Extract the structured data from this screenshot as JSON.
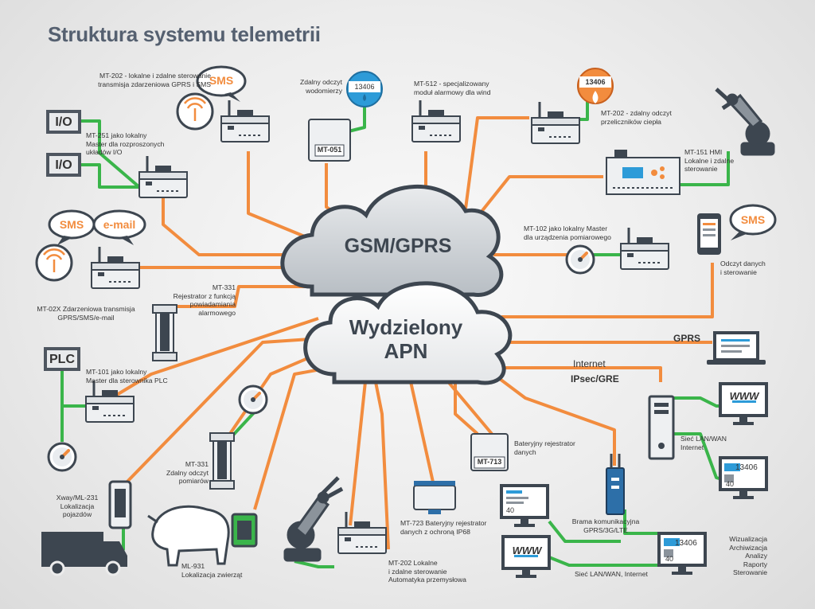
{
  "title": "Struktura systemu telemetrii",
  "cloud": {
    "top": "GSM/GPRS",
    "bottom_line1": "Wydzielony",
    "bottom_line2": "APN"
  },
  "badges": {
    "io": "I/O",
    "plc": "PLC",
    "sms": "SMS",
    "email": "e-mail",
    "www": "WWW"
  },
  "devices": {
    "mt051": "MT-051",
    "mt713": "MT-713",
    "counter": "13406",
    "counter_small": "40"
  },
  "connections": {
    "gprs": "GPRS",
    "internet": "Internet",
    "ipsec": "IPsec/GRE"
  },
  "labels": {
    "mt202_sms": [
      "MT-202 - lokalne i zdalne sterowanie",
      "transmisja zdarzeniowa GPRS i SMS"
    ],
    "zdalny_odczyt": [
      "Zdalny odczyt",
      "wodomierzy"
    ],
    "mt512": [
      "MT-512 - specjalizowany",
      "moduł alarmowy dla wind"
    ],
    "mt202_ciepla": [
      "MT-202 - zdalny odczyt",
      "przeliczników ciepła"
    ],
    "mt251": [
      "MT-251 jako lokalny",
      "Master dla rozproszonych",
      "układów I/O"
    ],
    "mt151": [
      "MT-151 HMI",
      "Lokalne i zdalne",
      "sterowanie"
    ],
    "mt102": [
      "MT-102 jako lokalny Master",
      "dla urządzenia pomiarowego"
    ],
    "odczyt_danych": [
      "Odczyt danych",
      "i sterowanie"
    ],
    "mt02x": [
      "MT-02X Zdarzeniowa transmisja",
      "GPRS/SMS/e-mail"
    ],
    "mt331_rej": [
      "MT-331",
      "Rejestrator z funkcją",
      "powiadamiania",
      "alarmowego"
    ],
    "mt101": [
      "MT-101 jako lokalny",
      "Master dla sterownika PLC"
    ],
    "mt331_odczyt": [
      "MT-331",
      "Zdalny odczyt",
      "pomiarów"
    ],
    "bateryjny": [
      "Bateryjny rejestrator",
      "danych"
    ],
    "siec_lan_wan": [
      "Sieć LAN/WAN",
      "Internet"
    ],
    "xway": [
      "Xway/ML-231",
      "Lokalizacja",
      "pojazdów"
    ],
    "mt723": [
      "MT-723 Bateryjny rejestrator",
      "danych z ochroną IP68"
    ],
    "brama": [
      "Brama komunikacyjna",
      "GPRS/3G/LTE"
    ],
    "ml931": [
      "ML-931",
      "Lokalizacja zwierząt"
    ],
    "mt202_lokalne": [
      "MT-202 Lokalne",
      "i zdalne sterowanie",
      "Automatyka przemysłowa"
    ],
    "siec_lan_wan_internet": [
      "Sieć LAN/WAN, Internet"
    ],
    "wizualizacja": [
      "Wizualizacja",
      "Archiwizacja",
      "Analizy",
      "Raporty",
      "Sterowanie"
    ]
  },
  "colors": {
    "orange": "#f28c3e",
    "green": "#3ab54a",
    "blue": "#2d9bd8",
    "device": "#e9ecef",
    "dark": "#3d4650"
  },
  "icons": [
    "sms-bubble-icon",
    "email-bubble-icon",
    "antenna-icon",
    "robot-arm-icon",
    "bison-icon",
    "truck-icon",
    "gauge-icon",
    "water-drop-icon",
    "flame-icon",
    "server-tower-icon",
    "monitor-icon",
    "smartphone-icon",
    "laptop-icon",
    "gateway-icon"
  ]
}
